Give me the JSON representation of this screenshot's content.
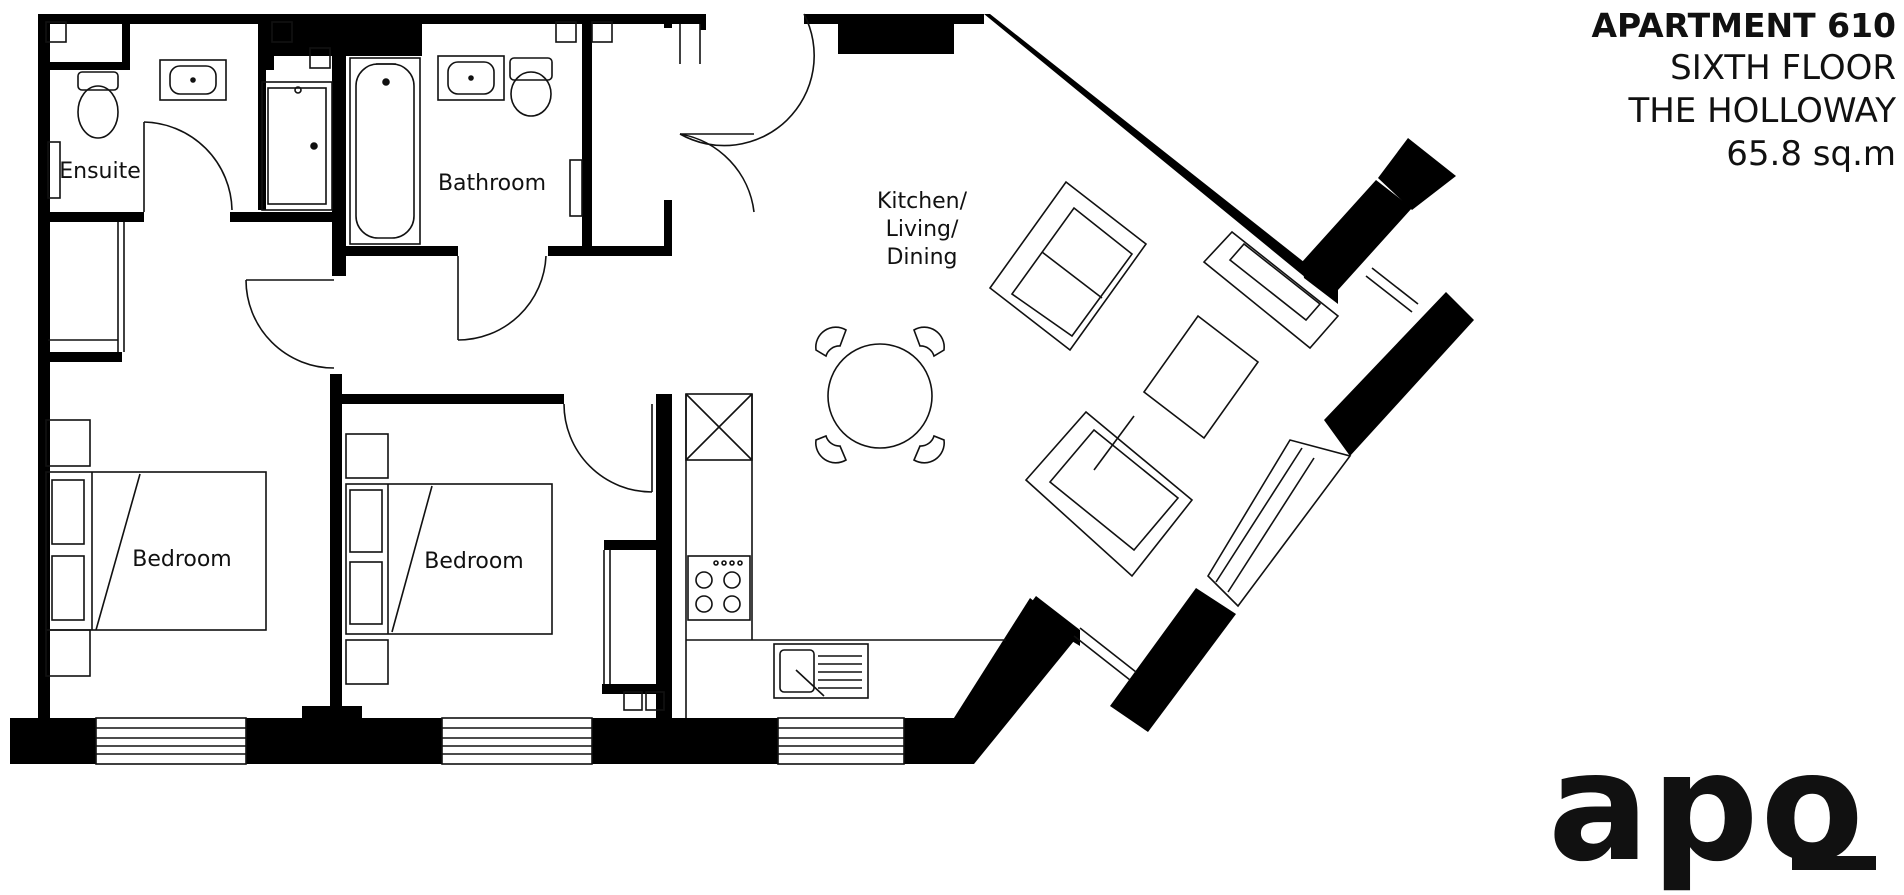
{
  "header": {
    "apartment": "APARTMENT 610",
    "floor": "SIXTH FLOOR",
    "building": "THE HOLLOWAY",
    "area": "65.8 sq.m"
  },
  "rooms": {
    "ensuite": "Ensuite",
    "bathroom": "Bathroom",
    "kitchen_line1": "Kitchen/",
    "kitchen_line2": "Living/",
    "kitchen_line3": "Dining",
    "bedroom_1": "Bedroom",
    "bedroom_2": "Bedroom"
  },
  "brand": {
    "name": "apo"
  },
  "colors": {
    "wall": "#000000",
    "line": "#111111",
    "background": "#ffffff"
  }
}
